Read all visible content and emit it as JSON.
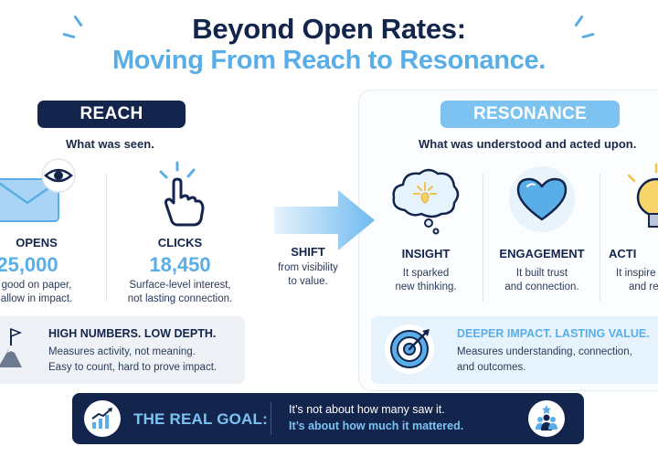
{
  "title": {
    "line1": "Beyond Open Rates:",
    "line2": "Moving From Reach to Resonance."
  },
  "reach": {
    "label": "REACH",
    "subtitle": "What was seen.",
    "metrics": [
      {
        "heading": "OPENS",
        "value": "25,000",
        "desc1": "good on paper,",
        "desc2": "allow in impact."
      },
      {
        "heading": "CLICKS",
        "value": "18,450",
        "desc1": "Surface-level interest,",
        "desc2": "not lasting connection."
      }
    ],
    "summary": {
      "heading": "HIGH NUMBERS. LOW DEPTH.",
      "line1": "Measures activity, not meaning.",
      "line2": "Easy to count, hard to prove impact."
    }
  },
  "shift": {
    "heading": "SHIFT",
    "line1": "from visibility",
    "line2": "to value."
  },
  "resonance": {
    "label": "RESONANCE",
    "subtitle": "What was understood and acted upon.",
    "metrics": [
      {
        "heading": "INSIGHT",
        "desc1": "It sparked",
        "desc2": "new thinking."
      },
      {
        "heading": "ENGAGEMENT",
        "desc1": "It built trust",
        "desc2": "and connection."
      },
      {
        "heading": "ACTI",
        "desc1": "It inspire",
        "desc2": "and re"
      }
    ],
    "summary": {
      "heading": "DEEPER IMPACT. LASTING VALUE.",
      "line1": "Measures understanding, connection,",
      "line2": "and outcomes."
    }
  },
  "goal": {
    "heading": "THE REAL GOAL:",
    "line1": "It’s not about how many saw it.",
    "line2": "It’s about how much it mattered."
  },
  "icons": {
    "envelope": "envelope-icon",
    "eye": "eye-icon",
    "pointer": "pointer-hand-icon",
    "thought": "thought-bubble-icon",
    "heart": "heart-icon",
    "bulb": "lightbulb-icon",
    "mountain": "mountain-flag-icon",
    "target": "target-icon",
    "chart": "growth-chart-icon",
    "people": "people-star-icon",
    "arrow": "right-arrow-icon"
  },
  "colors": {
    "navy": "#14254d",
    "accent": "#5aaee8",
    "pill_light": "#7cc3f2"
  }
}
